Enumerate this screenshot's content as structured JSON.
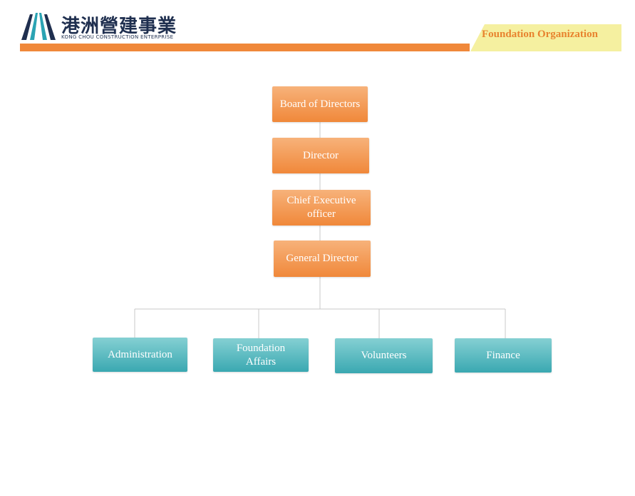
{
  "header": {
    "logo_cn": "港洲營建事業",
    "logo_en": "KONG CHOU CONSTRUCTION ENTERPRISE",
    "title": "Foundation Organization",
    "colors": {
      "accent_orange": "#f0883a",
      "banner_yellow": "#f5f0a0",
      "logo_navy": "#1f2f4f",
      "logo_teal": "#2aa3b3"
    }
  },
  "org_chart": {
    "chain": [
      {
        "label": "Board of Directors"
      },
      {
        "label": "Director"
      },
      {
        "label": "Chief Executive officer"
      },
      {
        "label": "General Director"
      }
    ],
    "departments": [
      {
        "label": "Administration"
      },
      {
        "label": "Foundation Affairs"
      },
      {
        "label": "Volunteers"
      },
      {
        "label": "Finance"
      }
    ],
    "colors": {
      "chain_top": "#f7b27a",
      "chain_bottom": "#f0883a",
      "dept_top": "#85d0d3",
      "dept_bottom": "#3aa8b1",
      "connector": "#c8c8c8"
    }
  }
}
